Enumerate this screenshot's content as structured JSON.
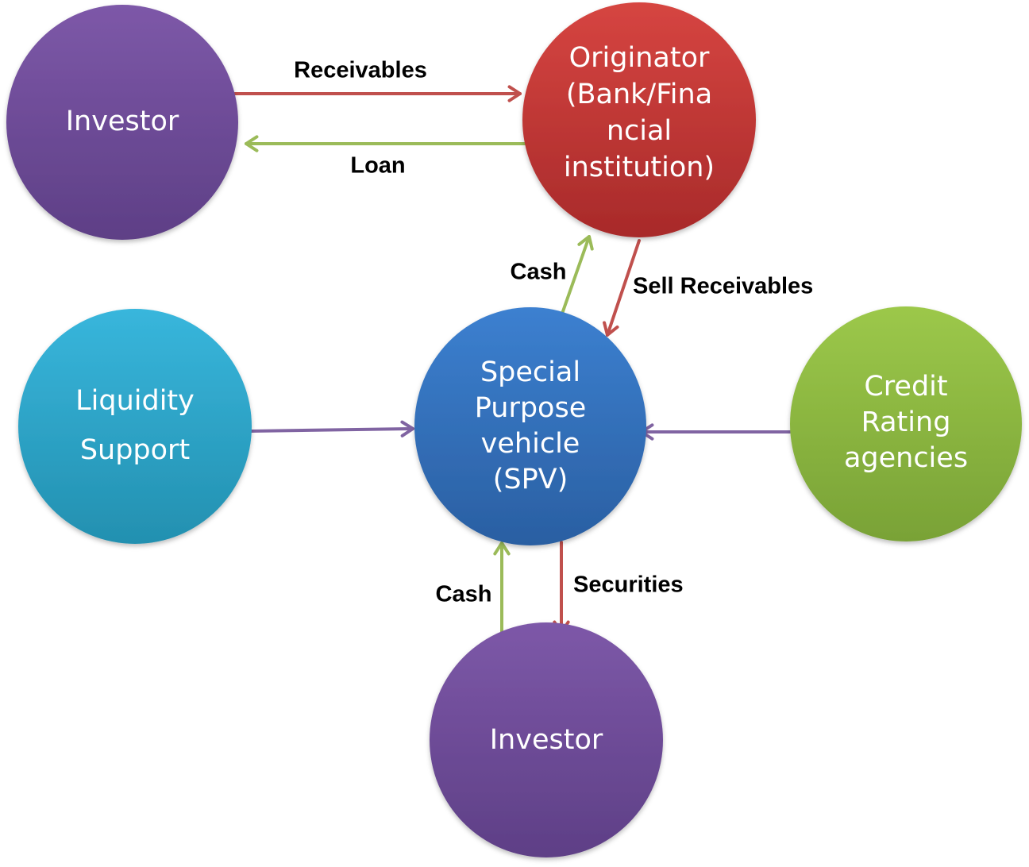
{
  "diagram": {
    "title": "Securitization process",
    "nodes": [
      {
        "id": "investor-top",
        "lines": [
          "Investor"
        ],
        "color_top": "#7d58a8",
        "color_bottom": "#5e3f86"
      },
      {
        "id": "originator",
        "lines": [
          "Originator",
          "(Bank/Fina",
          "ncial",
          "institution)"
        ],
        "color_top": "#d64541",
        "color_bottom": "#a82a2a"
      },
      {
        "id": "liquidity-support",
        "lines": [
          "Liquidity",
          "Support"
        ],
        "color_top": "#38b6dc",
        "color_bottom": "#2390b0"
      },
      {
        "id": "spv",
        "lines": [
          "Special",
          "Purpose",
          "vehicle",
          "(SPV)"
        ],
        "color_top": "#3c80d0",
        "color_bottom": "#2a5fa2"
      },
      {
        "id": "credit-rating",
        "lines": [
          "Credit",
          "Rating",
          "agencies"
        ],
        "color_top": "#9cc84a",
        "color_bottom": "#79a236"
      },
      {
        "id": "investor-bottom",
        "lines": [
          "Investor"
        ],
        "color_top": "#7d58a8",
        "color_bottom": "#5e3f86"
      }
    ],
    "edges": [
      {
        "id": "receivables",
        "from": "investor-top",
        "to": "originator",
        "label": "Receivables",
        "color": "#c0504d"
      },
      {
        "id": "loan",
        "from": "originator",
        "to": "investor-top",
        "label": "Loan",
        "color": "#9bbb59"
      },
      {
        "id": "cash-up",
        "from": "spv",
        "to": "originator",
        "label": "Cash",
        "color": "#9bbb59"
      },
      {
        "id": "sell-receivables",
        "from": "originator",
        "to": "spv",
        "label": "Sell  Receivables",
        "color": "#c0504d"
      },
      {
        "id": "liquidity-to-spv",
        "from": "liquidity-support",
        "to": "spv",
        "label": "",
        "color": "#8064a2"
      },
      {
        "id": "rating-to-spv",
        "from": "credit-rating",
        "to": "spv",
        "label": "",
        "color": "#8064a2"
      },
      {
        "id": "cash-bottom",
        "from": "investor-bottom",
        "to": "spv",
        "label": "Cash",
        "color": "#9bbb59"
      },
      {
        "id": "securities",
        "from": "spv",
        "to": "investor-bottom",
        "label": "Securities",
        "color": "#c0504d"
      }
    ]
  }
}
